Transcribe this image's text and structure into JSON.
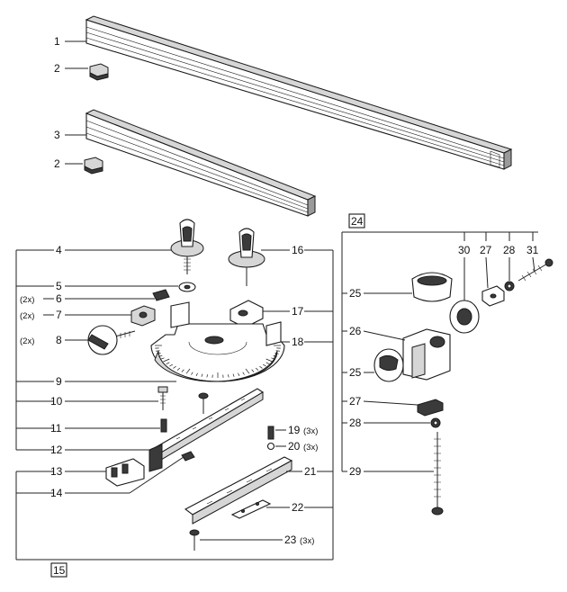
{
  "labels": {
    "l1": "1",
    "l2a": "2",
    "l3": "3",
    "l2b": "2",
    "l4": "4",
    "l5": "5",
    "l6": "6",
    "l7": "7",
    "l8": "8",
    "l9": "9",
    "l10": "10",
    "l11": "11",
    "l12": "12",
    "l13": "13",
    "l14": "14",
    "l15": "15",
    "l16": "16",
    "l17": "17",
    "l18": "18",
    "l19": "19",
    "l20": "20",
    "l21": "21",
    "l22": "22",
    "l23": "23",
    "l24": "24",
    "l25a": "25",
    "l25b": "25",
    "l26": "26",
    "l27a": "27",
    "l27b": "27",
    "l28a": "28",
    "l28b": "28",
    "l29": "29",
    "l30": "30",
    "l31": "31"
  },
  "multipliers": {
    "m6": "(2x)",
    "m7": "(2x)",
    "m8": "(2x)",
    "m19": "(3x)",
    "m20": "(3x)",
    "m23": "(3x)"
  }
}
